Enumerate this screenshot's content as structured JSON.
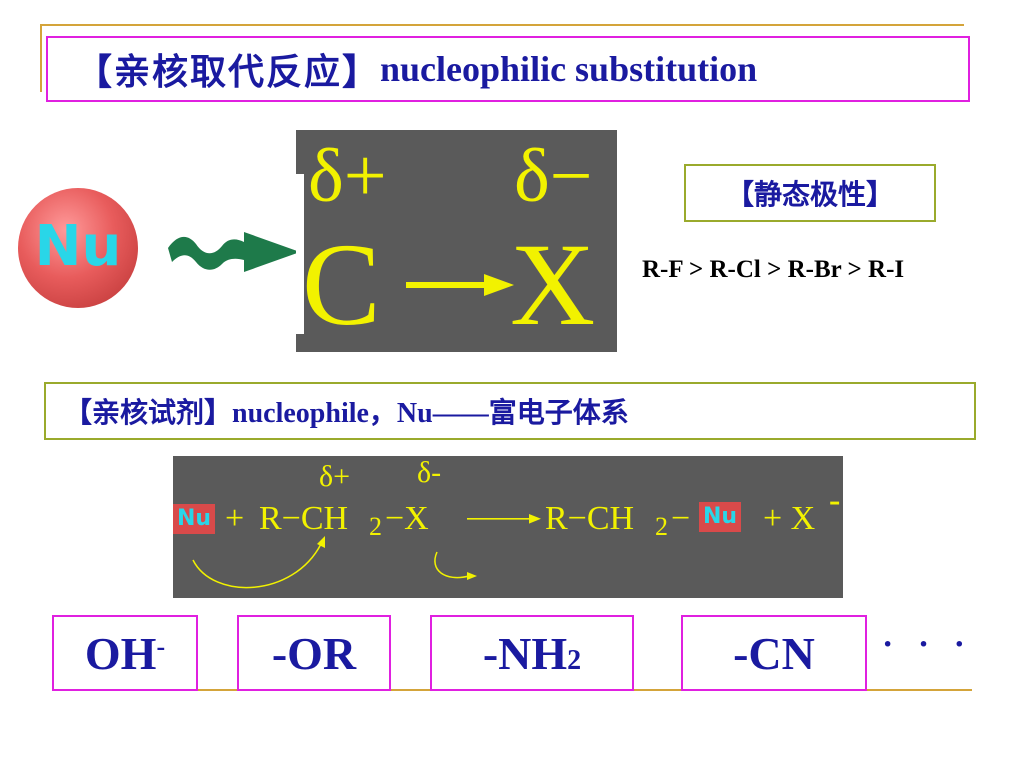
{
  "title": {
    "zh": "【亲核取代反应】",
    "en": "nucleophilic substitution"
  },
  "nu_ball": {
    "label": "Nu"
  },
  "cx": {
    "delta_plus": "δ+",
    "delta_minus": "δ−",
    "carbon": "C",
    "halogen": "X"
  },
  "static_polarity": {
    "label": "【静态极性】",
    "order": "R-F > R-Cl > R-Br > R-I"
  },
  "nucleophile": {
    "zh_label": "【亲核试剂】",
    "en": "nucleophile，Nu——",
    "zh_desc": "富电子体系"
  },
  "reaction": {
    "nu1": "Nu",
    "plus1": "+",
    "r1": "R−CH",
    "sub2a": "2",
    "bond_x": "−X",
    "delta_plus": "δ+",
    "delta_minus": "δ-",
    "r2": "R−CH",
    "sub2b": "2",
    "dash": "−",
    "nu2": "Nu",
    "plus2": "+ X",
    "minus": "-"
  },
  "groups": [
    {
      "base": "OH",
      "sup": "-"
    },
    {
      "text": "-OR"
    },
    {
      "base": "-NH",
      "sub": "2"
    },
    {
      "text": "-CN"
    }
  ],
  "more": "· · ·",
  "colors": {
    "accent_magenta": "#e020e0",
    "box_olive": "#9aaa2c",
    "text_navy": "#1a1aa0",
    "panel_gray": "#5a5a5a",
    "chem_yellow": "#f2f200",
    "arrow_green": "#1e7a4a",
    "nu_cyan": "#29d6e8",
    "gold_line": "#d4a43a"
  }
}
